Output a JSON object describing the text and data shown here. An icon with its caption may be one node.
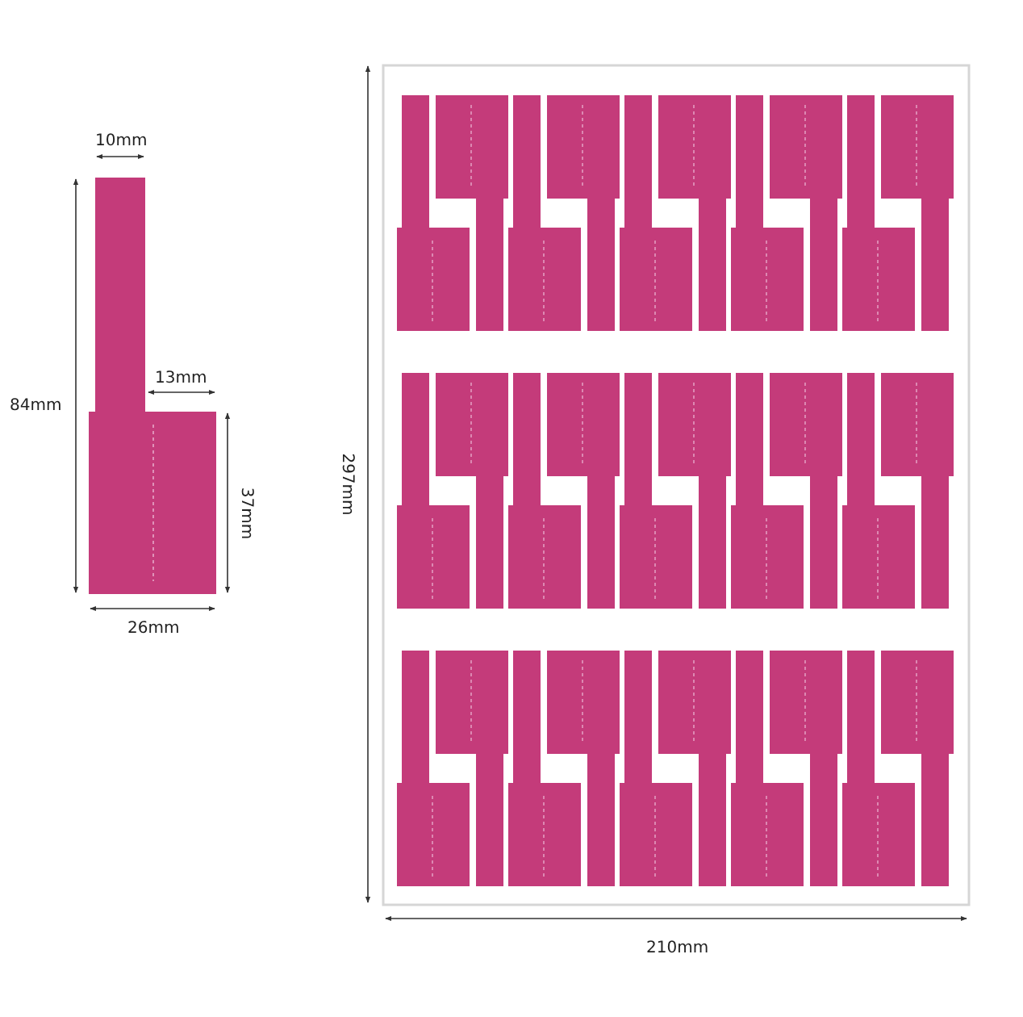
{
  "diagram": {
    "labels": [
      "10mm",
      "84mm",
      "13mm",
      "37mm",
      "26mm",
      "297mm",
      "210mm"
    ]
  }
}
